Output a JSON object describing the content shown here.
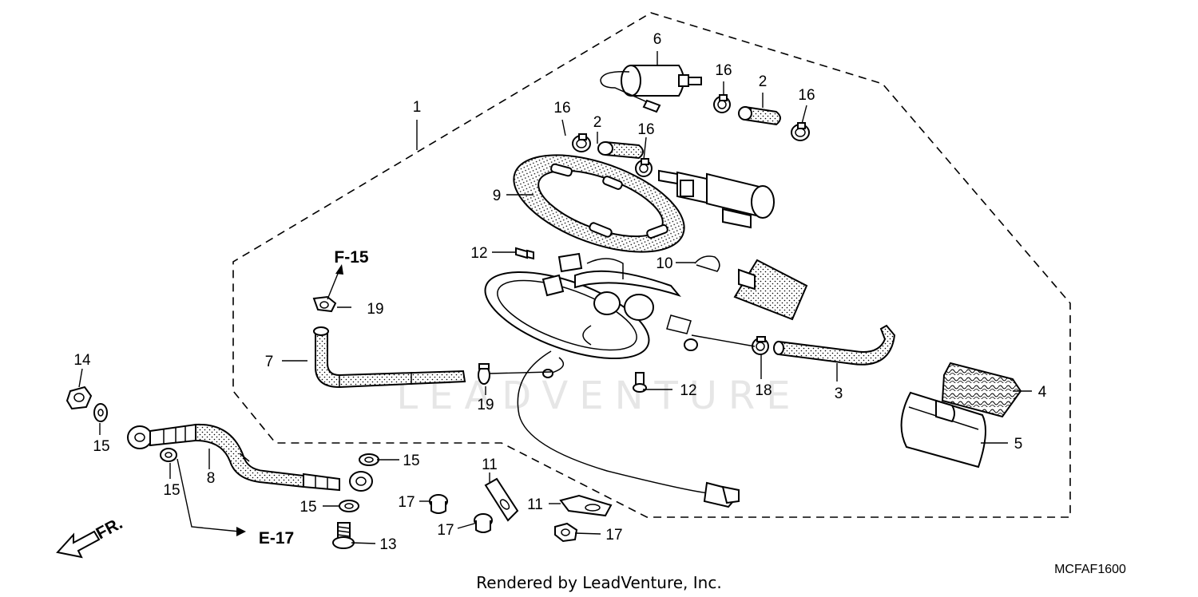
{
  "watermark": "LEADVENTURE",
  "credit": "Rendered by LeadVenture, Inc.",
  "diagram_code": "MCFAF1600",
  "refs": {
    "f15": "F-15",
    "e17": "E-17",
    "fr": "FR."
  },
  "callouts": {
    "c1": "1",
    "c2a": "2",
    "c2b": "2",
    "c3": "3",
    "c4": "4",
    "c5": "5",
    "c6": "6",
    "c7": "7",
    "c8": "8",
    "c9": "9",
    "c10": "10",
    "c11a": "11",
    "c11b": "11",
    "c12a": "12",
    "c12b": "12",
    "c13": "13",
    "c14": "14",
    "c15a": "15",
    "c15b": "15",
    "c15c": "15",
    "c15d": "15",
    "c16a": "16",
    "c16b": "16",
    "c16c": "16",
    "c16d": "16",
    "c17a": "17",
    "c17b": "17",
    "c17c": "17",
    "c18": "18",
    "c19a": "19",
    "c19b": "19"
  }
}
